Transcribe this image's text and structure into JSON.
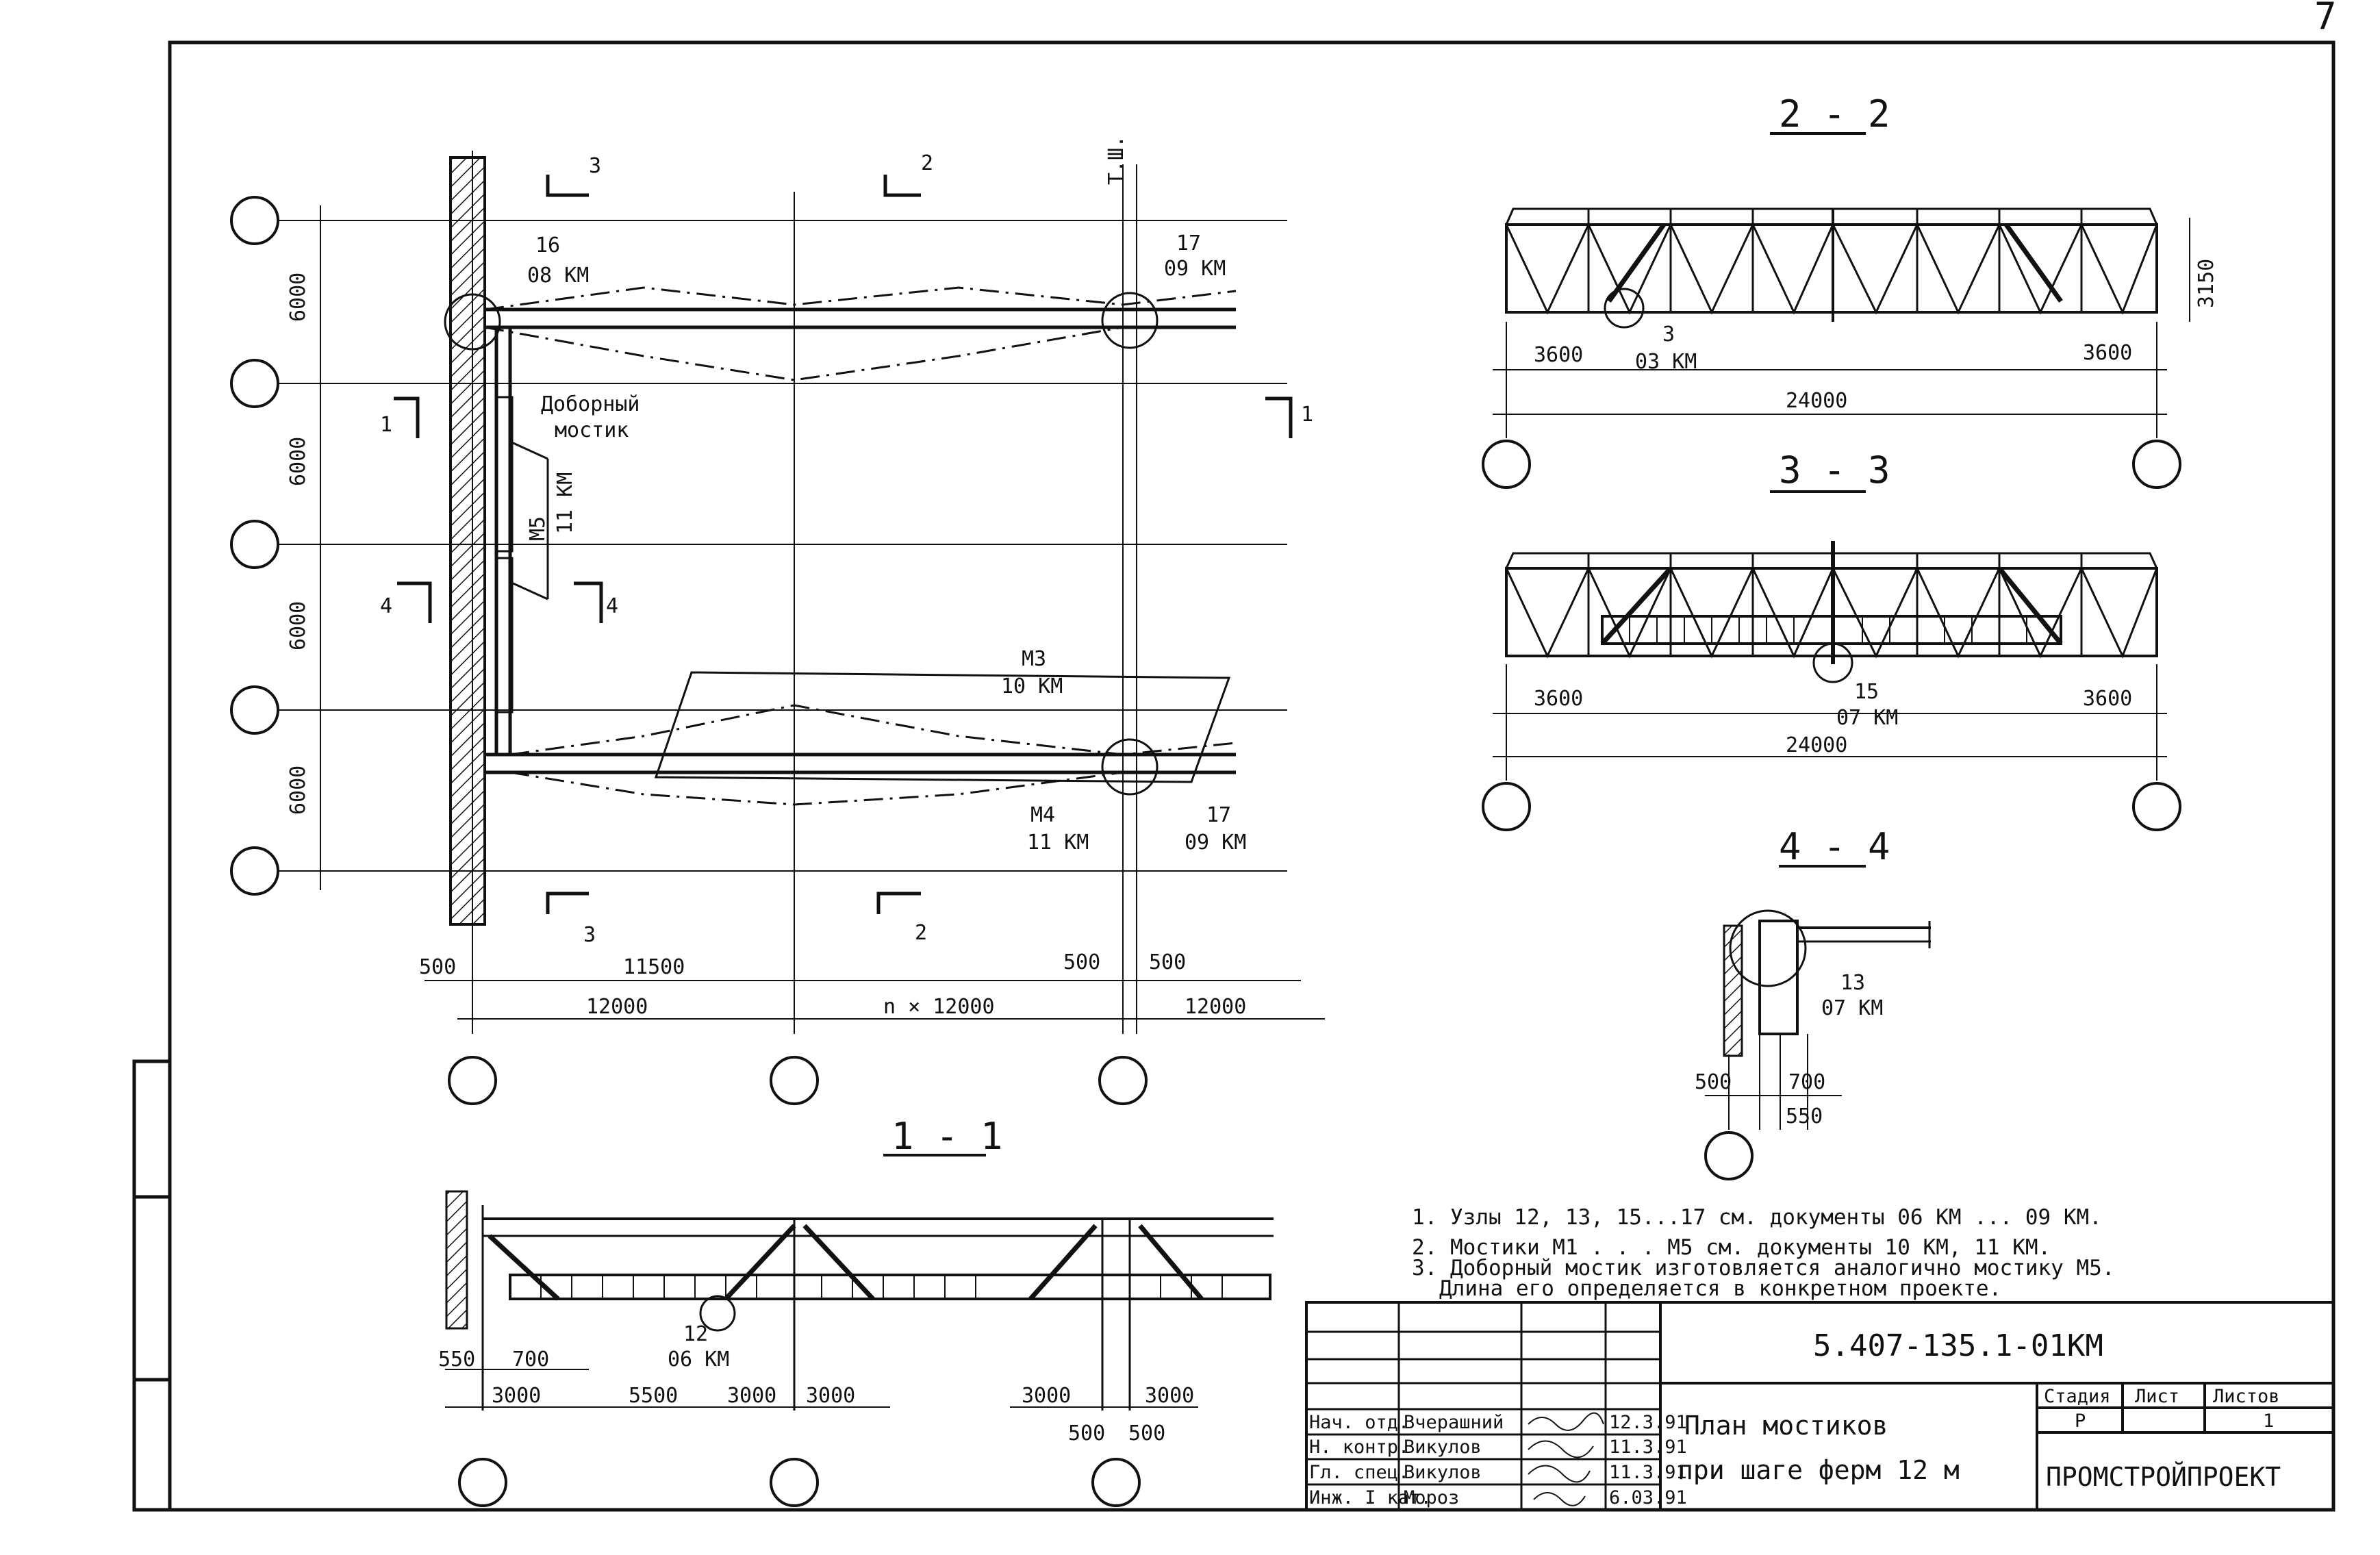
{
  "sheet": {
    "page_number": "7"
  },
  "plan": {
    "spacings": [
      "6000",
      "6000",
      "6000",
      "6000"
    ],
    "cut_marks": {
      "s1": "1",
      "s2": "2",
      "s3": "3",
      "s4": "4"
    },
    "edge_mark": "Т.Ш.",
    "callouts": {
      "n16": "16",
      "n16_doc": "08 КМ",
      "n17a": "17",
      "n17a_doc": "09 КМ",
      "n17b": "17",
      "n17b_doc": "09 КМ",
      "m3": "М3",
      "m3_doc": "10 КМ",
      "m4": "М4",
      "m4_doc": "11 КМ",
      "m5": "М5",
      "m5_doc": "11 КМ",
      "extra_line1": "Доборный",
      "extra_line2": "мостик"
    },
    "dims_top": [
      "500",
      "11500",
      "500",
      "500"
    ],
    "dims_bottom": [
      "12000",
      "n × 12000",
      "12000"
    ]
  },
  "section_1_1": {
    "title": "1 - 1",
    "node": "12",
    "node_doc": "06 КМ",
    "dims": [
      "550",
      "700",
      "3000",
      "5500",
      "3000",
      "3000",
      "3000",
      "3000",
      "500",
      "500"
    ]
  },
  "section_2_2": {
    "title": "2 - 2",
    "node": "3",
    "node_doc": "03 КМ",
    "dims": [
      "3600",
      "3600",
      "24000",
      "3150"
    ]
  },
  "section_3_3": {
    "title": "3 - 3",
    "node": "15",
    "node_doc": "07 КМ",
    "dims": [
      "3600",
      "3600",
      "24000"
    ]
  },
  "section_4_4": {
    "title": "4 - 4",
    "node": "13",
    "node_doc": "07 КМ",
    "dims": [
      "500",
      "700",
      "550"
    ]
  },
  "notes": [
    "1. Узлы 12, 13, 15...17 см. документы 06 КМ ... 09 КМ.",
    "2. Мостики М1 . . . М5 см. документы 10 КМ, 11 КМ.",
    "3. Доборный мостик изготовляется аналогично мостику М5.",
    "Длина его определяется в конкретном проекте."
  ],
  "title_block": {
    "code": "5.407-135.1-01КМ",
    "title_line1": "План мостиков",
    "title_line2": "при шаге ферм 12 м",
    "stage_header": "Стадия",
    "sheet_header": "Лист",
    "sheets_header": "Листов",
    "stage": "Р",
    "sheet": "",
    "sheets": "1",
    "org": "ПРОМСТРОЙПРОЕКТ",
    "rows": [
      {
        "role": "Нач. отд.",
        "name": "Вчерашний",
        "date": "12.3.91"
      },
      {
        "role": "Н. контр.",
        "name": "Викулов",
        "date": "11.3.91"
      },
      {
        "role": "Гл. спец.",
        "name": "Викулов",
        "date": "11.3.91"
      },
      {
        "role": "Инж. I кат.",
        "name": "Мороз",
        "date": "6.03.91"
      }
    ]
  }
}
